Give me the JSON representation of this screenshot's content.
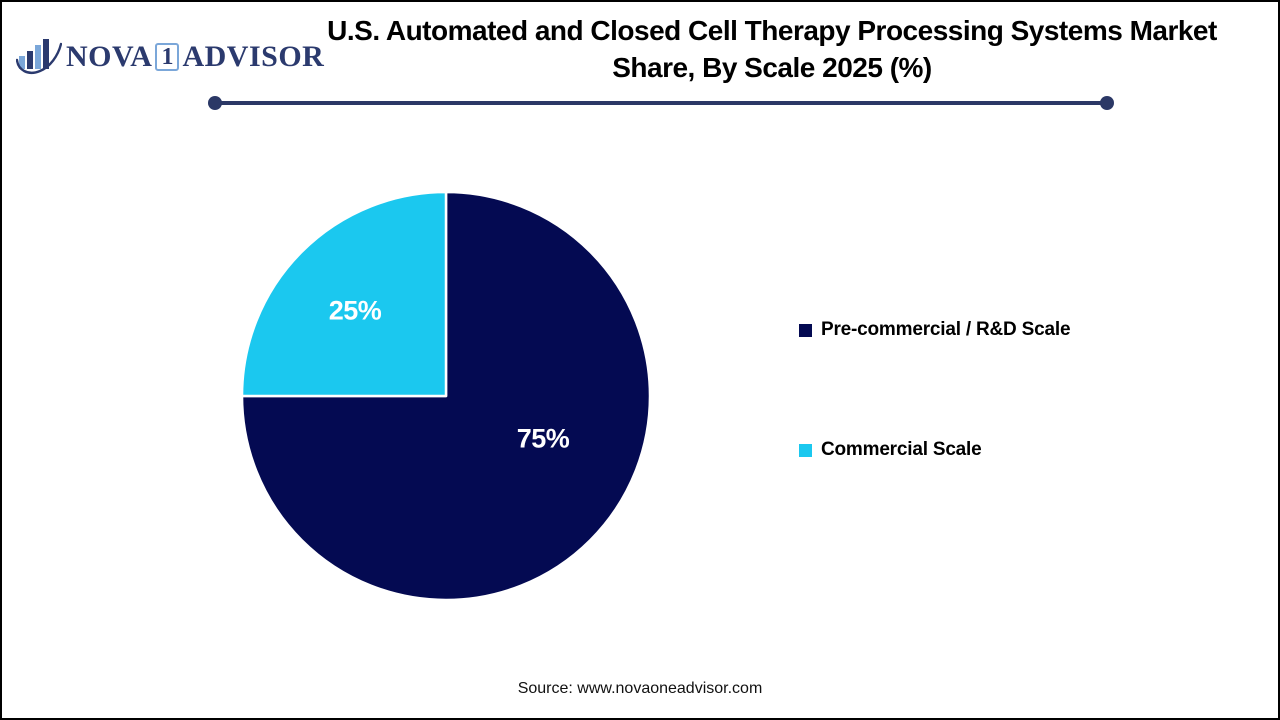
{
  "page": {
    "background": "#ffffff",
    "border_color": "#000000"
  },
  "logo": {
    "brand": "Nova One Advisor",
    "text_left": "NOVA",
    "text_boxed": "1",
    "text_right": "ADVISOR",
    "navy": "#2b3a6e",
    "light_blue": "#7ba7d9",
    "icon": "bar-chart-swoosh-icon"
  },
  "header": {
    "title_lines": [
      "U.S. Automated and Closed Cell Therapy Processing Systems Market",
      "Share, By Scale 2025 (%)"
    ],
    "underline_color": "#2b3866"
  },
  "chart_data": {
    "type": "pie",
    "title": "U.S. Automated and Closed Cell Therapy Processing Systems Market Share, By Scale 2025 (%)",
    "slices": [
      {
        "label": "Pre-commercial / R&D Scale",
        "value": 75,
        "data_label": "75%",
        "color": "#040a52"
      },
      {
        "label": "Commercial Scale",
        "value": 25,
        "data_label": "25%",
        "color": "#1bc8ef"
      }
    ],
    "start_angle_deg": 0,
    "direction": "clockwise",
    "legend_position": "right",
    "data_label_color": "#ffffff",
    "slice_border_color": "#ffffff"
  },
  "footer": {
    "source": "Source: www.novaoneadvisor.com"
  }
}
